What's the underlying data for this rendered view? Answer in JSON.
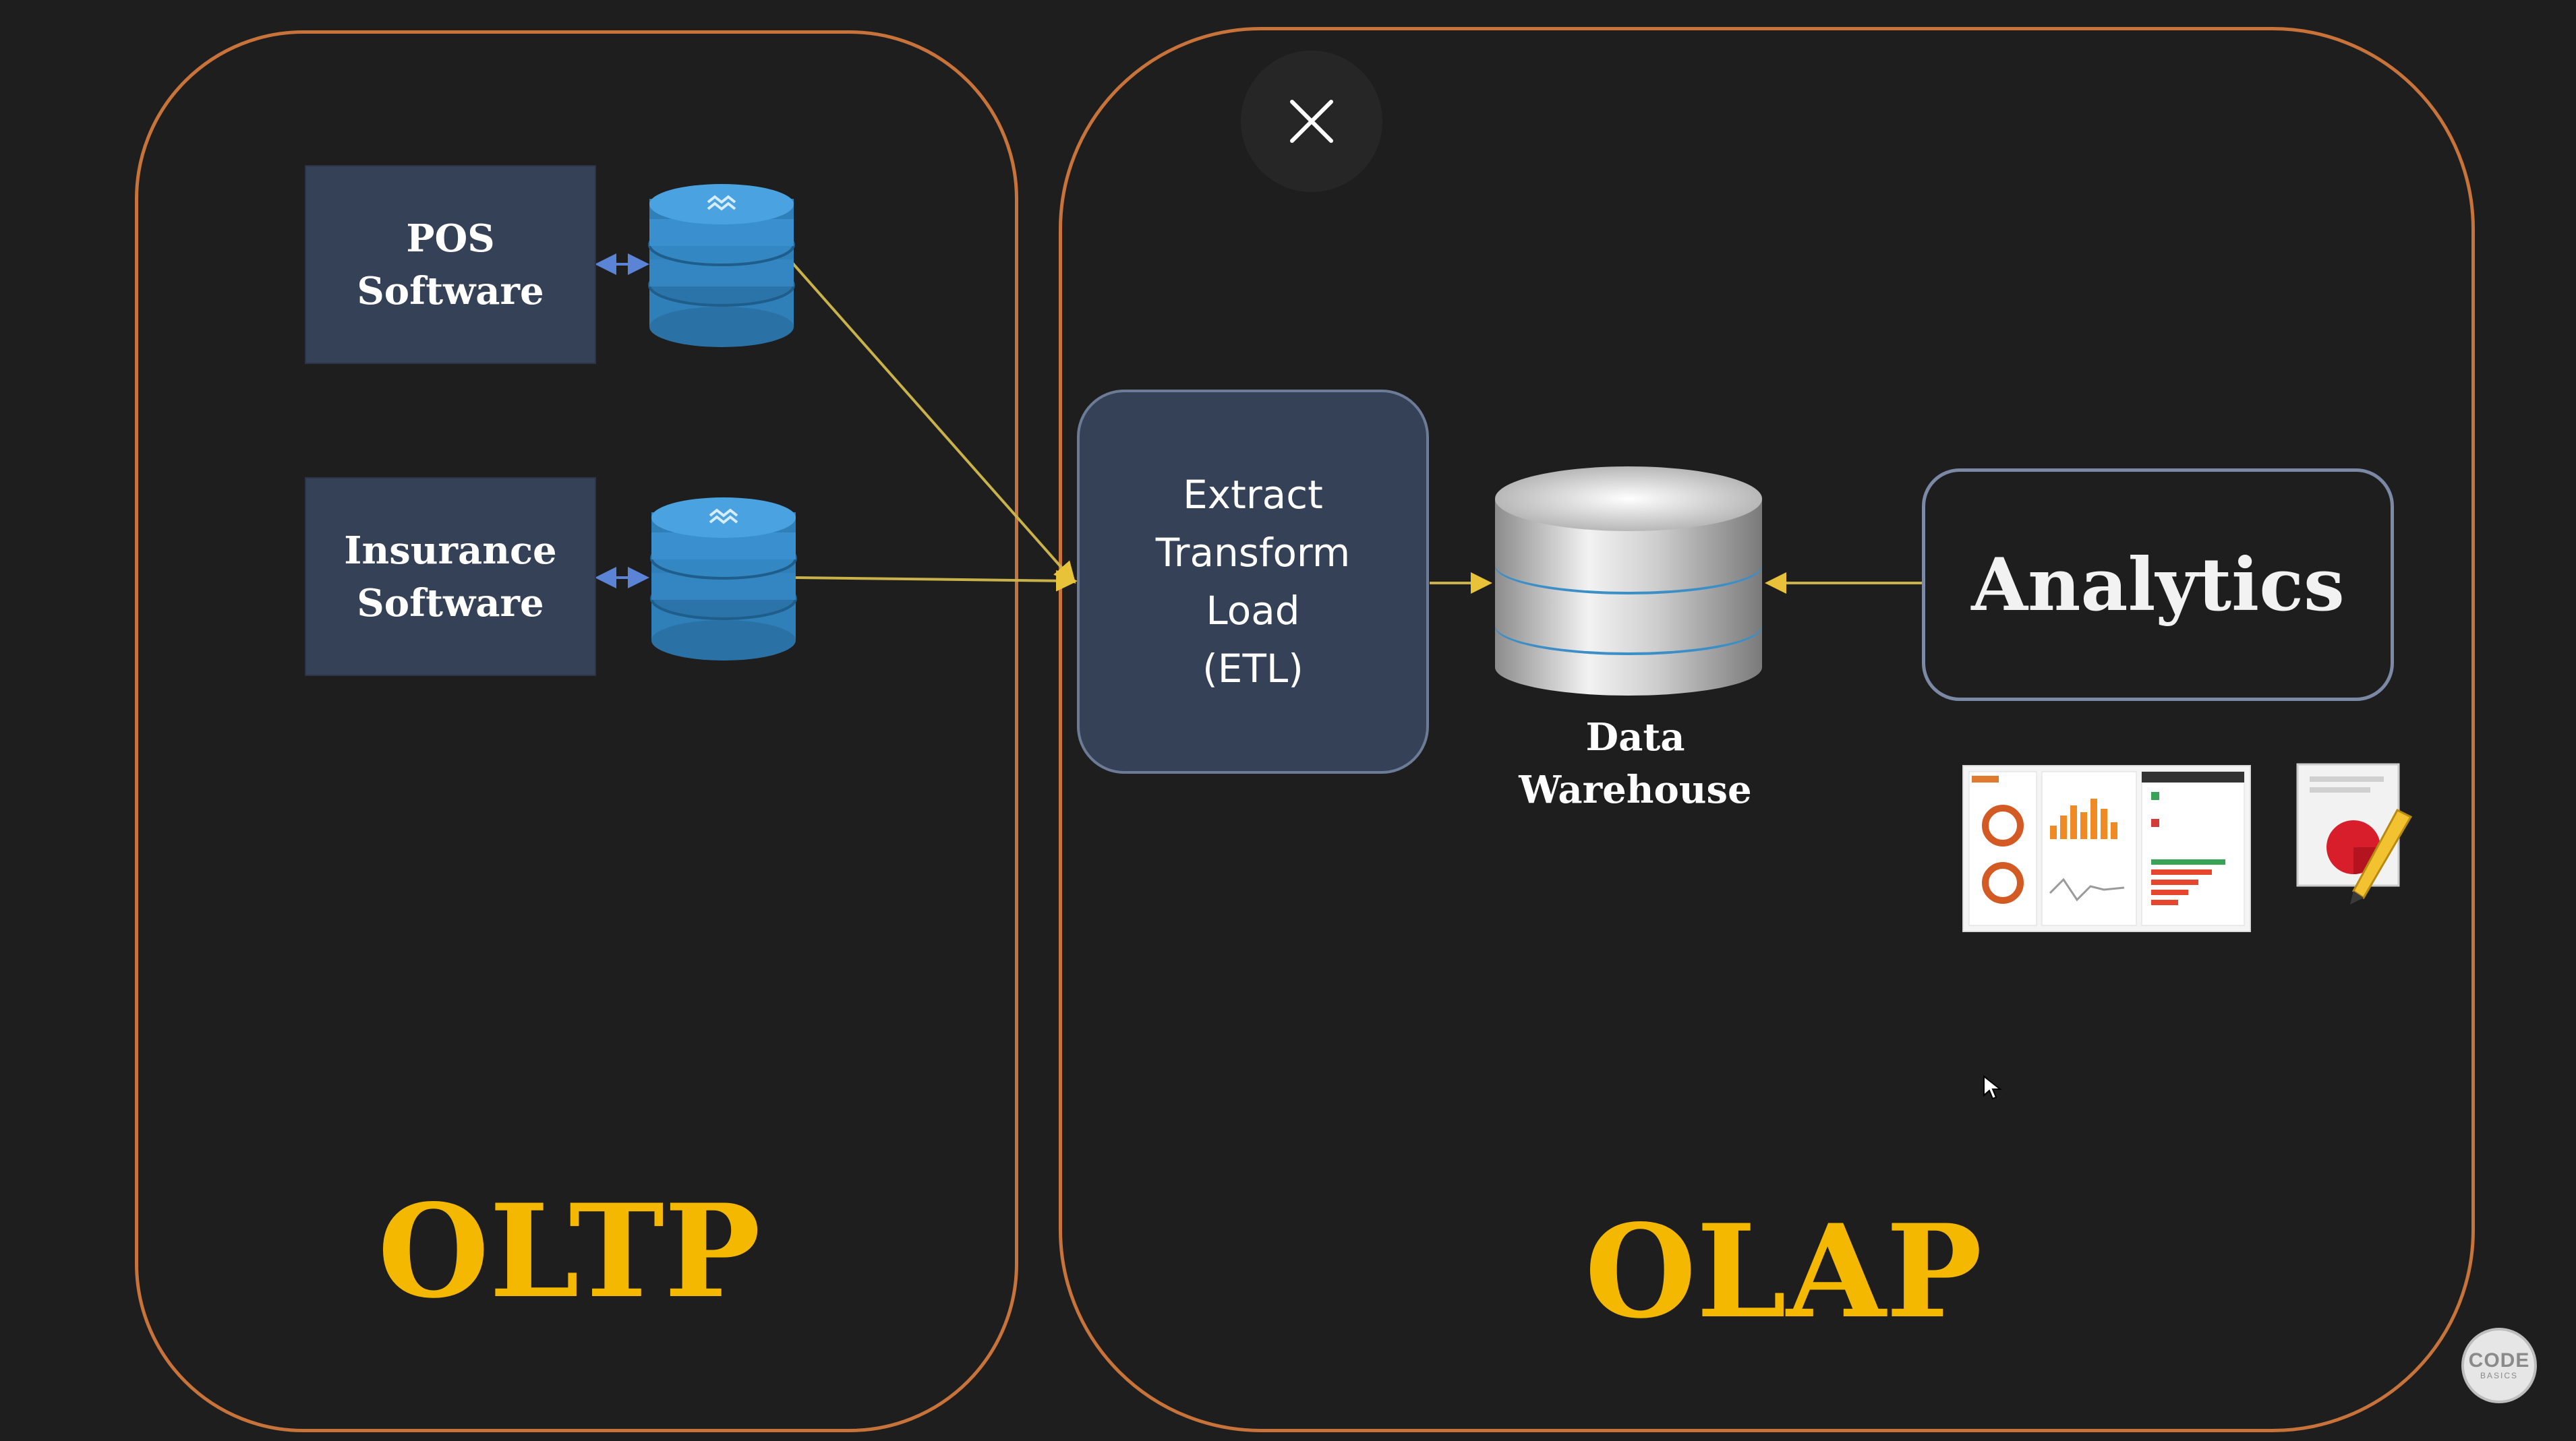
{
  "oltp": {
    "label": "OLTP",
    "sources": [
      {
        "line1": "POS",
        "line2": "Software"
      },
      {
        "line1": "Insurance",
        "line2": "Software"
      }
    ]
  },
  "olap": {
    "label": "OLAP",
    "etl": {
      "lines": [
        "Extract",
        "Transform",
        "Load",
        "(ETL)"
      ]
    },
    "warehouse": {
      "line1": "Data",
      "line2": "Warehouse"
    },
    "analytics": {
      "label": "Analytics"
    }
  },
  "watermark": {
    "line1": "CODE",
    "line2": "BASICS"
  },
  "colors": {
    "background": "#1e1e1e",
    "panel_border": "#c8733a",
    "label_gold": "#f5b800",
    "box_fill": "#354157",
    "db_blue": "#2f7fb8",
    "connector": "#c9b24a"
  },
  "icons": {
    "close": "close-icon",
    "database": "database-icon",
    "warehouse": "data-warehouse-icon",
    "dashboard": "dashboard-report-icon",
    "report": "pie-chart-report-icon",
    "cursor": "mouse-cursor-icon"
  }
}
